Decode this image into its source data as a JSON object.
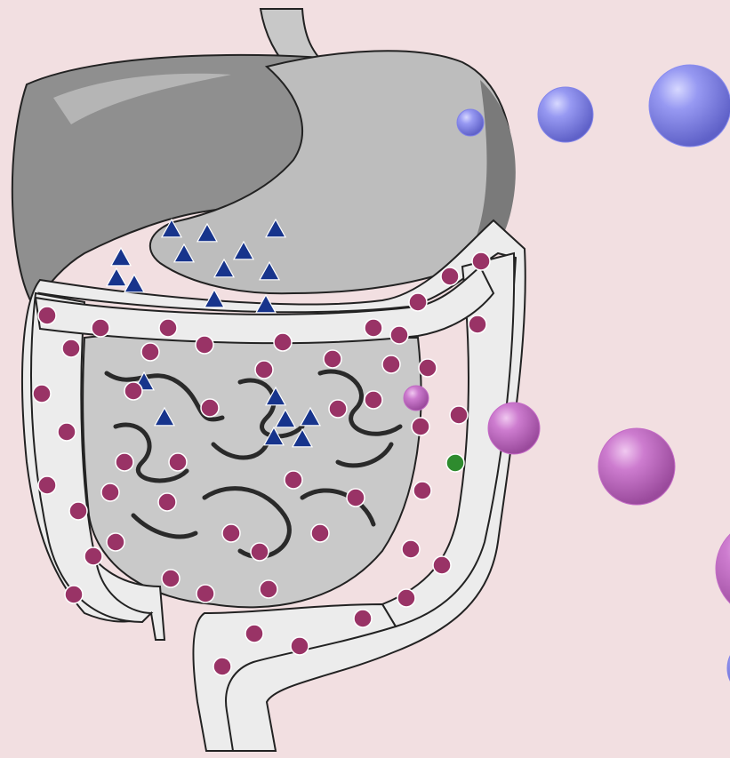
{
  "diagram": {
    "background_color": "#f2dfe1",
    "organ_colors": {
      "liver": "#8f8f8f",
      "stomach": "#bdbdbd",
      "colon": "#ececec",
      "small_intestine": "#c9c9c9",
      "outline": "#222222"
    },
    "markers": {
      "triangle_color": "#17348c",
      "dot_color": "#993366",
      "highlight_dot_color": "#2e8b2e",
      "triangle_count": 19,
      "dot_count": 52
    },
    "spheres": [
      {
        "name": "blue-sphere-small",
        "color": "#7f81e8"
      },
      {
        "name": "blue-sphere-medium",
        "color": "#8385ea"
      },
      {
        "name": "blue-sphere-large",
        "color": "#8a8df0"
      },
      {
        "name": "pink-sphere-small",
        "color": "#c06ac3"
      },
      {
        "name": "pink-sphere-medium",
        "color": "#c66ac8"
      },
      {
        "name": "pink-sphere-large",
        "color": "#c46bc6"
      },
      {
        "name": "pink-sphere-xlarge",
        "color": "#c36cc6"
      },
      {
        "name": "blue-sphere-partial",
        "color": "#7f81e8"
      }
    ]
  }
}
